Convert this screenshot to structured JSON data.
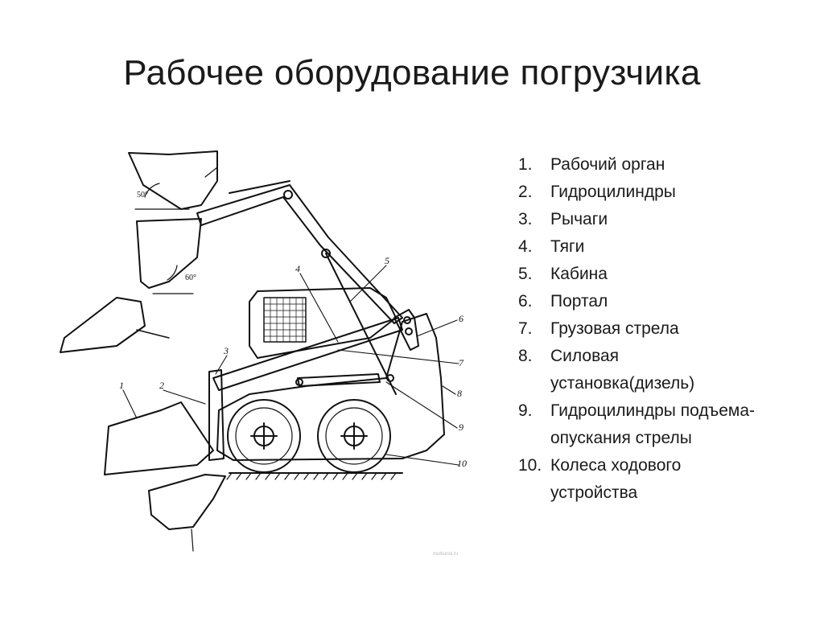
{
  "slide": {
    "title": "Рабочее оборудование погрузчика"
  },
  "diagram": {
    "angle_labels": [
      "50°",
      "60°"
    ],
    "callout_numbers": [
      "1",
      "2",
      "3",
      "4",
      "5",
      "6",
      "7",
      "8",
      "9",
      "10"
    ]
  },
  "legend": {
    "items": [
      {
        "num": "1.",
        "text": "Рабочий орган"
      },
      {
        "num": "2.",
        "text": "Гидроцилиндры"
      },
      {
        "num": "3.",
        "text": "Рычаги"
      },
      {
        "num": "4.",
        "text": "Тяги"
      },
      {
        "num": "5.",
        "text": "Кабина"
      },
      {
        "num": "6.",
        "text": "Портал"
      },
      {
        "num": "7.",
        "text": "Грузовая стрела"
      },
      {
        "num": "8.",
        "text": "Силовая установка(дизель)"
      },
      {
        "num": "9.",
        "text": "Гидроцилиндры подъема-опускания стрелы"
      },
      {
        "num": "10.",
        "text": "Колеса ходового устройства"
      }
    ]
  },
  "watermark": "multiurok.ru"
}
